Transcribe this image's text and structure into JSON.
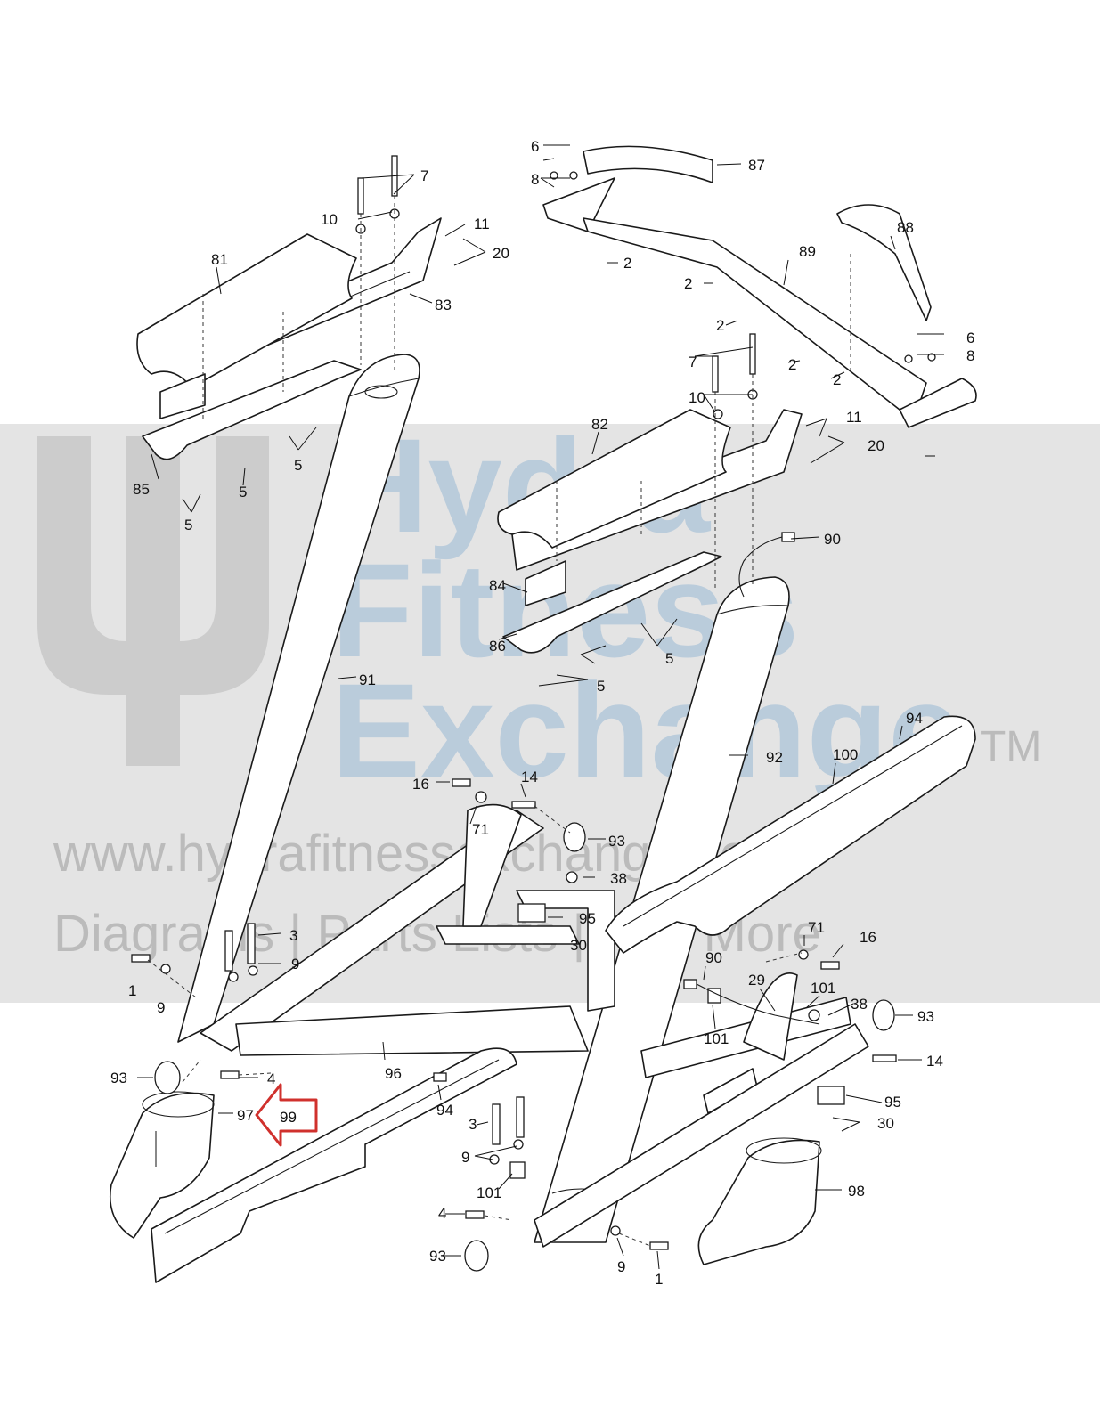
{
  "watermark": {
    "line1": "Hydra",
    "line2": "Fitness",
    "line3": "Exchange",
    "tm": "TM",
    "url": "www.hydrafitnessexchange.com",
    "tagline": "Diagrams | Parts Lists | And More"
  },
  "callouts": {
    "c81": "81",
    "c82": "82",
    "c83": "83",
    "c84": "84",
    "c85": "85",
    "c86": "86",
    "c87": "87",
    "c88": "88",
    "c89": "89",
    "c90a": "90",
    "c90b": "90",
    "c91": "91",
    "c92": "92",
    "c93a": "93",
    "c93b": "93",
    "c93c": "93",
    "c93d": "93",
    "c94a": "94",
    "c94b": "94",
    "c95a": "95",
    "c95b": "95",
    "c96": "96",
    "c97": "97",
    "c98": "98",
    "c99": "99",
    "c100": "100",
    "c101a": "101",
    "c101b": "101",
    "c101c": "101",
    "c1a": "1",
    "c1b": "1",
    "c2a": "2",
    "c2b": "2",
    "c2c": "2",
    "c2d": "2",
    "c2e": "2",
    "c3a": "3",
    "c3b": "3",
    "c4a": "4",
    "c4b": "4",
    "c5a": "5",
    "c5b": "5",
    "c5c": "5",
    "c5d": "5",
    "c5e": "5",
    "c6a": "6",
    "c6b": "6",
    "c7a": "7",
    "c7b": "7",
    "c8a": "8",
    "c8b": "8",
    "c9a": "9",
    "c9b": "9",
    "c9c": "9",
    "c9d": "9",
    "c10a": "10",
    "c10b": "10",
    "c11a": "11",
    "c11b": "11",
    "c14a": "14",
    "c14b": "14",
    "c16a": "16",
    "c16b": "16",
    "c20a": "20",
    "c20b": "20",
    "c29": "29",
    "c30a": "30",
    "c30b": "30",
    "c38a": "38",
    "c38b": "38",
    "c71a": "71",
    "c71b": "71"
  },
  "colors": {
    "highlight_arrow": "#d0312d",
    "watermark_blue": "#4f8fc7",
    "band_grey": "#d9d9d9"
  }
}
